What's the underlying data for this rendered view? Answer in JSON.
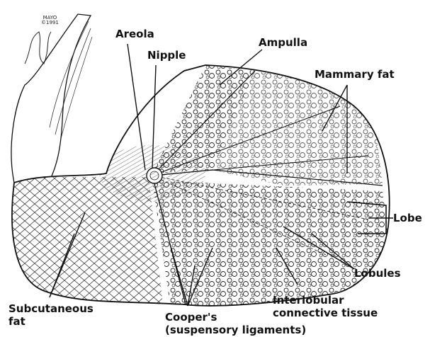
{
  "credit": {
    "line1": "MAYO",
    "line2": "©1991"
  },
  "labels": {
    "areola": "Areola",
    "nipple": "Nipple",
    "ampulla": "Ampulla",
    "mammary_fat": "Mammary fat",
    "lobe": "Lobe",
    "lobules": "Lobules",
    "interlobular_1": "Interlobular",
    "interlobular_2": "connective tissue",
    "subcutaneous_1": "Subcutaneous",
    "subcutaneous_2": "fat",
    "coopers_1": "Cooper's",
    "coopers_2": "(suspensory ligaments)"
  },
  "colors": {
    "ink": "#111111",
    "paper": "#ffffff",
    "shade": "#cfcfcf"
  }
}
